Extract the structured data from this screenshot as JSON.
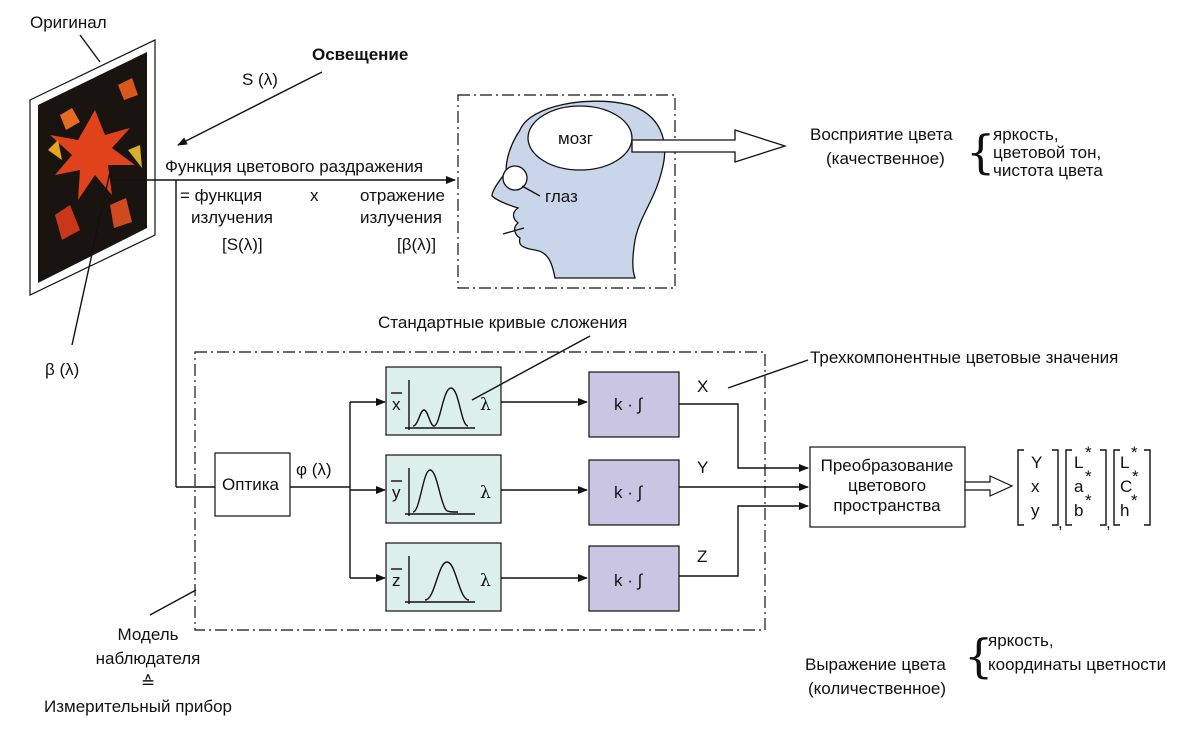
{
  "labels": {
    "original": "Оригинал",
    "illumination": "Освещение",
    "s_lambda": "S (λ)",
    "beta_lambda": "β (λ)",
    "stimulus_function": "Функция цветового раздражения",
    "eq_function": "= функция",
    "radiation1": "излучения",
    "s_bracket": "[S(λ)]",
    "times": "x",
    "reflection": "отражение",
    "radiation2": "излучения",
    "beta_bracket": "[β(λ)]",
    "brain": "мозг",
    "eye": "глаз",
    "perception_title": "Восприятие цвета",
    "perception_sub": "(качественное)",
    "perception_items": [
      "яркость,",
      "цветовой тон,",
      "чистота цвета"
    ],
    "std_curves": "Стандартные кривые сложения",
    "tristimulus": "Трехкомпонентные цветовые значения",
    "optics": "Оптика",
    "phi_lambda": "φ  (λ)",
    "xbar": "x",
    "ybar": "y",
    "zbar": "z",
    "lambda": "λ",
    "integral": "k · ∫",
    "out_x": "X",
    "out_y": "Y",
    "out_z": "Z",
    "transform_lines": [
      "Преобразование",
      "цветового",
      "пространства"
    ],
    "vec1": [
      "Y",
      "x",
      "y"
    ],
    "vec2": [
      "L",
      "a",
      "b"
    ],
    "vec3": [
      "L",
      "C",
      "h"
    ],
    "star": "*",
    "comma": ",",
    "observer_lines": [
      "Модель",
      "наблюдателя",
      "≙",
      "Измерительный прибор"
    ],
    "expression_title": "Выражение цвета",
    "expression_sub": "(количественное)",
    "expression_items": [
      "яркость,",
      "координаты цветности"
    ]
  },
  "colors": {
    "curve_box": "#dcefeb",
    "integrator_box": "#c9c5e2",
    "head": "#c9d6ea",
    "photo_bg": "#1a1410",
    "leaf": "#e0421c"
  }
}
